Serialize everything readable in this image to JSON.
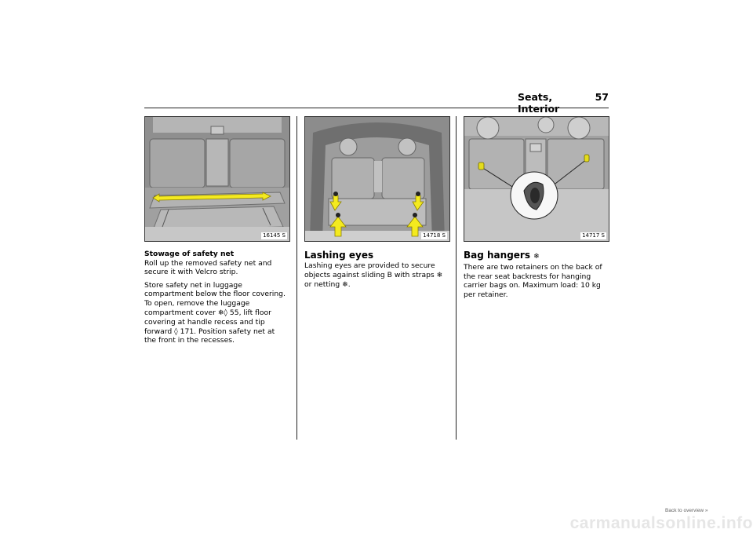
{
  "header": {
    "section": "Seats, Interior",
    "page_number": "57"
  },
  "figures": [
    {
      "id": "16145 S"
    },
    {
      "id": "14718 S"
    },
    {
      "id": "14717 S"
    }
  ],
  "col1": {
    "subheading": "Stowage of safety net",
    "para1": "Roll up the removed safety net and secure it with Velcro strip.",
    "para2_a": "Store safety net in luggage compartment below the floor covering. To open, remove the luggage compartment cover ",
    "para2_b": " 55, lift floor covering at handle recess and tip forward ",
    "para2_c": " 171. Position safety net at the front in the recesses."
  },
  "col2": {
    "heading": "Lashing eyes",
    "text_a": "Lashing eyes are provided to secure objects against sliding B with straps ",
    "text_b": " or netting ",
    "text_c": "."
  },
  "col3": {
    "heading": "Bag hangers ",
    "text": "There are two retainers on the back of the rear seat backrests for hanging carrier bags on. Maximum load: 10 kg per retainer."
  },
  "symbols": {
    "snowflake": "❄",
    "arrow": "◊"
  },
  "footer": {
    "back_link": "Back to overview »",
    "watermark": "carmanualsonline.info"
  },
  "icons": {
    "arrow_color": "#f4ea1f"
  }
}
